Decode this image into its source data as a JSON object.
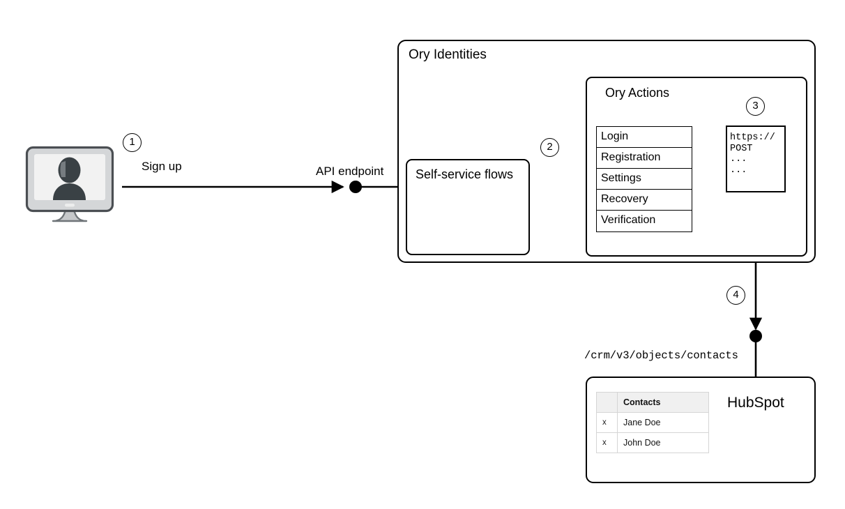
{
  "diagram": {
    "title": "Ory Identities to HubSpot sign-up webhook flow",
    "accent_color": "#000000",
    "background_color": "#ffffff"
  },
  "actors": {
    "user": {
      "icon": "desktop-monitor-user-icon",
      "step": "1"
    }
  },
  "edges": {
    "sign_up_label": "Sign up",
    "api_endpoint_label": "API endpoint",
    "crm_path_label": "/crm/v3/objects/contacts"
  },
  "steps": {
    "one": "1",
    "two": "2",
    "three": "3",
    "four": "4"
  },
  "ory_identities": {
    "title": "Ory Identities",
    "self_service": {
      "title": "Self-service flows"
    },
    "ory_actions": {
      "title": "Ory Actions",
      "flows": [
        {
          "label": "Login"
        },
        {
          "label": "Registration"
        },
        {
          "label": "Settings"
        },
        {
          "label": "Recovery"
        },
        {
          "label": "Verification"
        }
      ],
      "webhook": {
        "lines": [
          "https://",
          "POST",
          "...",
          "..."
        ],
        "code": "https://\nPOST\n...\n..."
      }
    }
  },
  "hubspot": {
    "title": "HubSpot",
    "table": {
      "headers": [
        "",
        "Contacts"
      ],
      "rows": [
        {
          "mark": "x",
          "name": "Jane Doe"
        },
        {
          "mark": "x",
          "name": "John Doe"
        }
      ]
    }
  }
}
